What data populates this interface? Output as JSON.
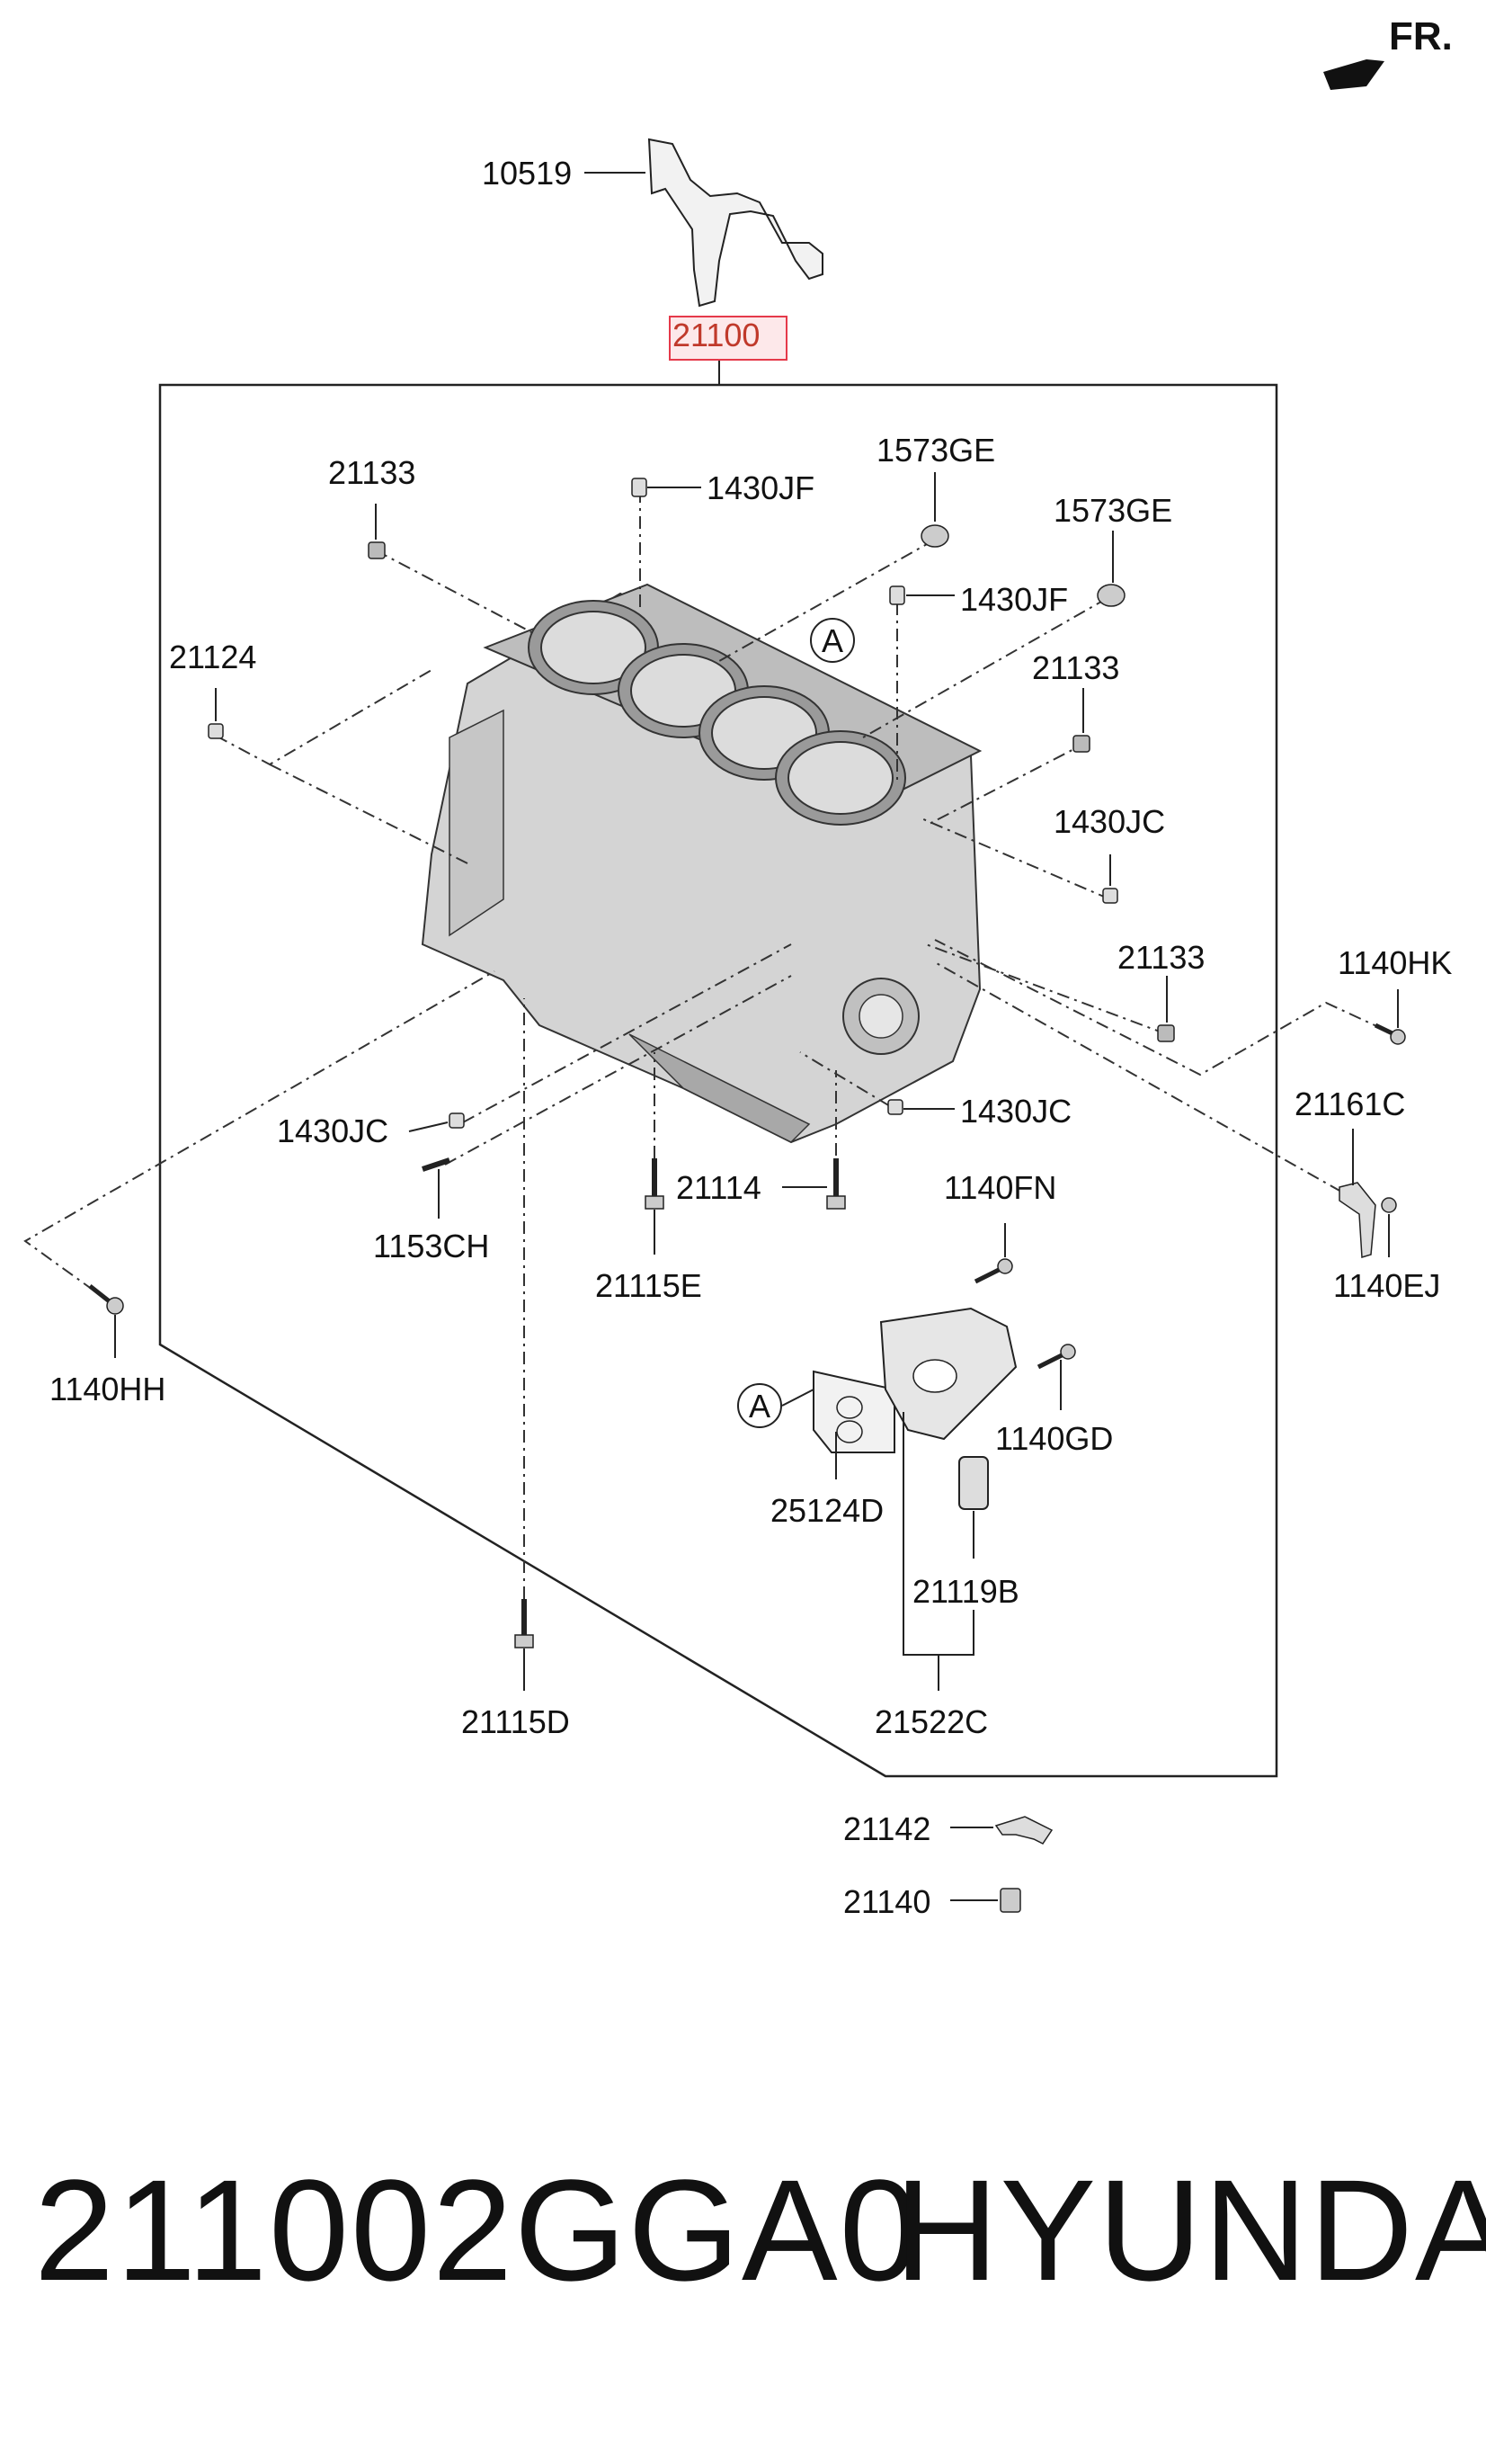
{
  "front_indicator": {
    "text": "FR.",
    "icon": "front-arrow-icon"
  },
  "callouts": {
    "c10519": "10519",
    "c21100": "21100",
    "c21133a": "21133",
    "c1430JF_a": "1430JF",
    "c1573GE_a": "1573GE",
    "c1573GE_b": "1573GE",
    "c1430JF_b": "1430JF",
    "c21124": "21124",
    "c21133b": "21133",
    "c1430JC_a": "1430JC",
    "c21133c": "21133",
    "c1140HK": "1140HK",
    "c21161C": "21161C",
    "c1430JC_b": "1430JC",
    "c1430JC_c": "1430JC",
    "c21114": "21114",
    "c1140FN": "1140FN",
    "c1153CH": "1153CH",
    "c21115E": "21115E",
    "c1140EJ": "1140EJ",
    "c1140HH": "1140HH",
    "c1140GD": "1140GD",
    "c25124D": "25124D",
    "c21119B": "21119B",
    "c21115D": "21115D",
    "c21522C": "21522C",
    "c21142": "21142",
    "c21140": "21140",
    "refA1": "A",
    "refA2": "A"
  },
  "highlighted_part": "21100",
  "highlight_color": "#e5394a",
  "footer": {
    "part_number": "211002GGA0",
    "brand": "HYUNDAI"
  }
}
